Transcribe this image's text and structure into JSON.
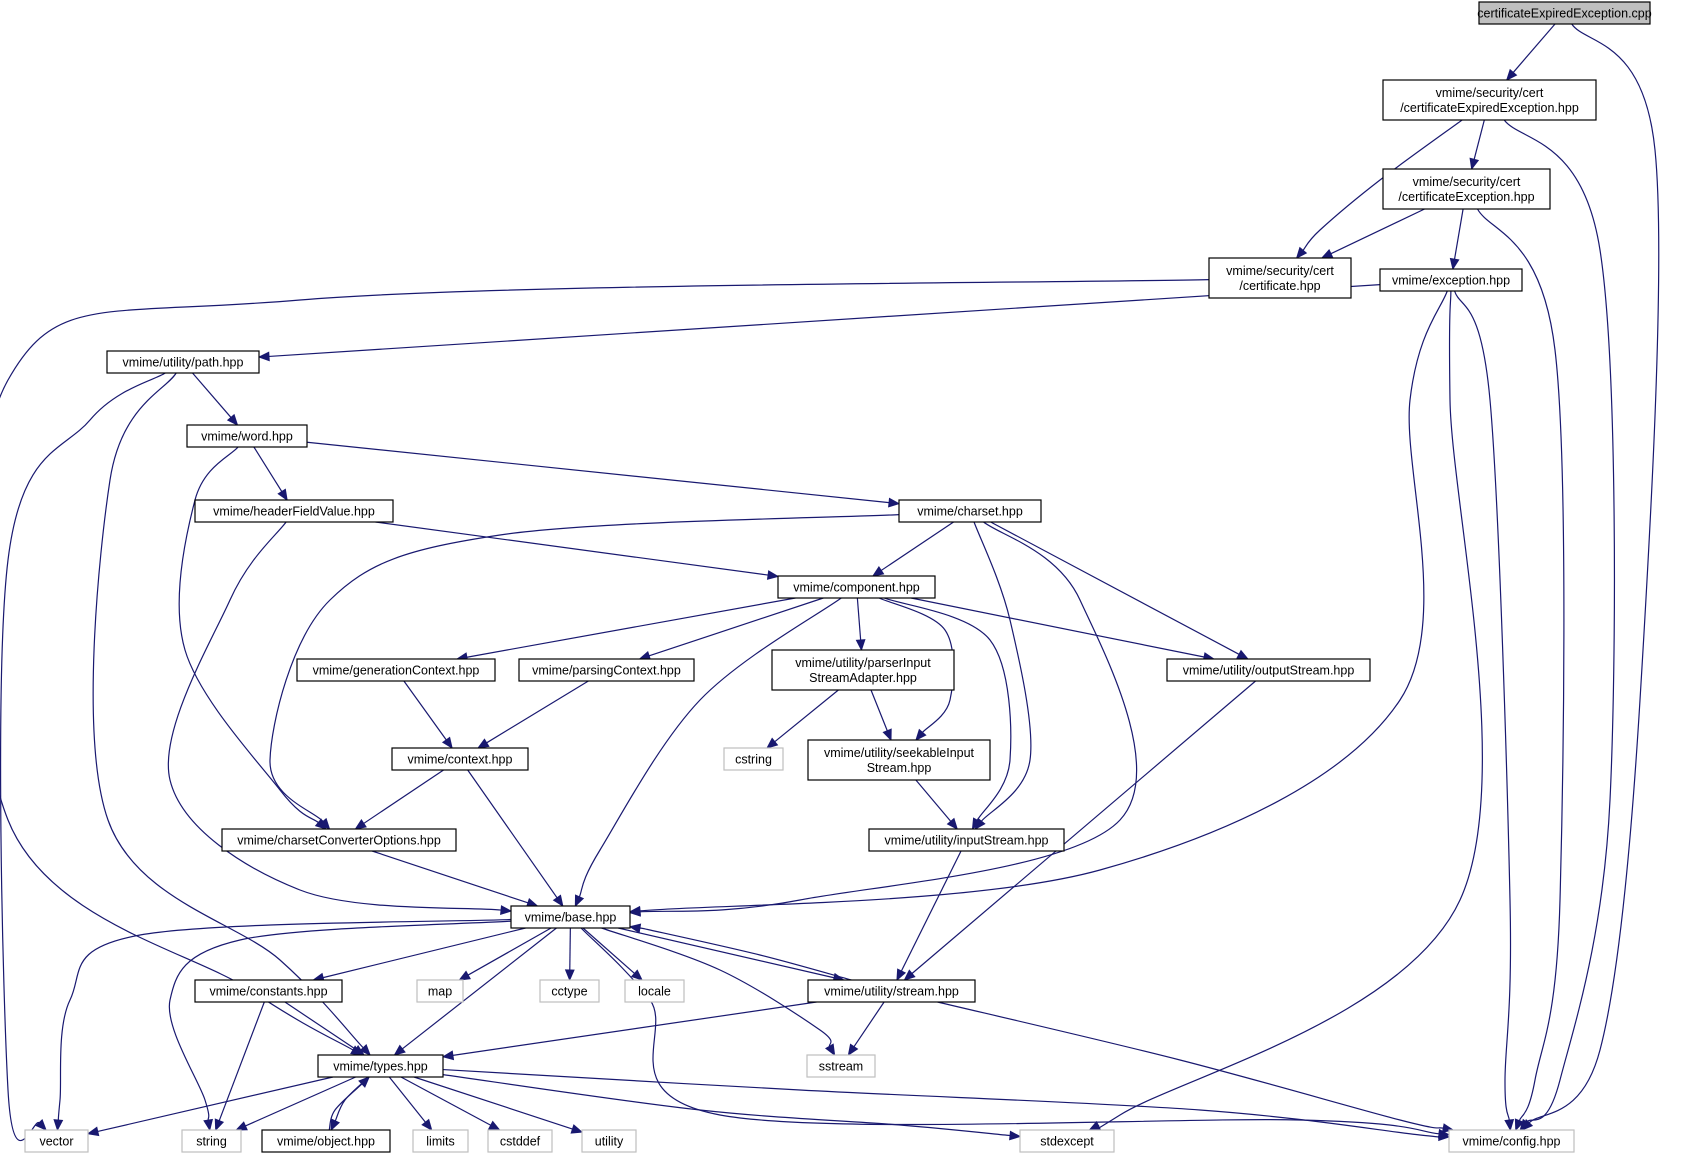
{
  "colors": {
    "edge": "#191970",
    "root_fill": "#bfbfbf",
    "local_border": "#000000",
    "system_border": "#bfbfbf",
    "system_text": "#555555"
  },
  "nodes": [
    {
      "id": "root",
      "lines": [
        "certificateExpiredException.cpp"
      ],
      "kind": "root"
    },
    {
      "id": "certExpHpp",
      "lines": [
        "vmime/security/cert",
        "/certificateExpiredException.hpp"
      ],
      "kind": "local"
    },
    {
      "id": "certExcHpp",
      "lines": [
        "vmime/security/cert",
        "/certificateException.hpp"
      ],
      "kind": "local"
    },
    {
      "id": "certHpp",
      "lines": [
        "vmime/security/cert",
        "/certificate.hpp"
      ],
      "kind": "local"
    },
    {
      "id": "exceptionHpp",
      "lines": [
        "vmime/exception.hpp"
      ],
      "kind": "local"
    },
    {
      "id": "pathHpp",
      "lines": [
        "vmime/utility/path.hpp"
      ],
      "kind": "local"
    },
    {
      "id": "wordHpp",
      "lines": [
        "vmime/word.hpp"
      ],
      "kind": "local"
    },
    {
      "id": "hfvHpp",
      "lines": [
        "vmime/headerFieldValue.hpp"
      ],
      "kind": "local"
    },
    {
      "id": "charsetHpp",
      "lines": [
        "vmime/charset.hpp"
      ],
      "kind": "local"
    },
    {
      "id": "componentHpp",
      "lines": [
        "vmime/component.hpp"
      ],
      "kind": "local"
    },
    {
      "id": "genCtxHpp",
      "lines": [
        "vmime/generationContext.hpp"
      ],
      "kind": "local"
    },
    {
      "id": "parsCtxHpp",
      "lines": [
        "vmime/parsingContext.hpp"
      ],
      "kind": "local"
    },
    {
      "id": "pisaHpp",
      "lines": [
        "vmime/utility/parserInput",
        "StreamAdapter.hpp"
      ],
      "kind": "local"
    },
    {
      "id": "outStreamHpp",
      "lines": [
        "vmime/utility/outputStream.hpp"
      ],
      "kind": "local"
    },
    {
      "id": "contextHpp",
      "lines": [
        "vmime/context.hpp"
      ],
      "kind": "local"
    },
    {
      "id": "cstring",
      "lines": [
        "cstring"
      ],
      "kind": "system"
    },
    {
      "id": "seekHpp",
      "lines": [
        "vmime/utility/seekableInput",
        "Stream.hpp"
      ],
      "kind": "local"
    },
    {
      "id": "ccoHpp",
      "lines": [
        "vmime/charsetConverterOptions.hpp"
      ],
      "kind": "local"
    },
    {
      "id": "inStreamHpp",
      "lines": [
        "vmime/utility/inputStream.hpp"
      ],
      "kind": "local"
    },
    {
      "id": "baseHpp",
      "lines": [
        "vmime/base.hpp"
      ],
      "kind": "local"
    },
    {
      "id": "constantsHpp",
      "lines": [
        "vmime/constants.hpp"
      ],
      "kind": "local"
    },
    {
      "id": "map",
      "lines": [
        "map"
      ],
      "kind": "system"
    },
    {
      "id": "cctype",
      "lines": [
        "cctype"
      ],
      "kind": "system"
    },
    {
      "id": "locale",
      "lines": [
        "locale"
      ],
      "kind": "system"
    },
    {
      "id": "streamHpp",
      "lines": [
        "vmime/utility/stream.hpp"
      ],
      "kind": "local"
    },
    {
      "id": "typesHpp",
      "lines": [
        "vmime/types.hpp"
      ],
      "kind": "local"
    },
    {
      "id": "sstream",
      "lines": [
        "sstream"
      ],
      "kind": "system"
    },
    {
      "id": "vector",
      "lines": [
        "vector"
      ],
      "kind": "system"
    },
    {
      "id": "string",
      "lines": [
        "string"
      ],
      "kind": "system"
    },
    {
      "id": "objectHpp",
      "lines": [
        "vmime/object.hpp"
      ],
      "kind": "local"
    },
    {
      "id": "limits",
      "lines": [
        "limits"
      ],
      "kind": "system"
    },
    {
      "id": "cstddef",
      "lines": [
        "cstddef"
      ],
      "kind": "system"
    },
    {
      "id": "utility",
      "lines": [
        "utility"
      ],
      "kind": "system"
    },
    {
      "id": "stdexcept",
      "lines": [
        "stdexcept"
      ],
      "kind": "system"
    },
    {
      "id": "configHpp",
      "lines": [
        "vmime/config.hpp"
      ],
      "kind": "system"
    }
  ],
  "edges": [
    [
      "root",
      "certExpHpp"
    ],
    [
      "root",
      "configHpp"
    ],
    [
      "certExpHpp",
      "certExcHpp"
    ],
    [
      "certExpHpp",
      "certHpp"
    ],
    [
      "certExpHpp",
      "configHpp"
    ],
    [
      "certExcHpp",
      "certHpp"
    ],
    [
      "certExcHpp",
      "exceptionHpp"
    ],
    [
      "certExcHpp",
      "configHpp"
    ],
    [
      "certHpp",
      "typesHpp"
    ],
    [
      "exceptionHpp",
      "pathHpp"
    ],
    [
      "exceptionHpp",
      "baseHpp"
    ],
    [
      "exceptionHpp",
      "stdexcept"
    ],
    [
      "exceptionHpp",
      "configHpp"
    ],
    [
      "pathHpp",
      "wordHpp"
    ],
    [
      "pathHpp",
      "typesHpp"
    ],
    [
      "pathHpp",
      "vector"
    ],
    [
      "wordHpp",
      "hfvHpp"
    ],
    [
      "wordHpp",
      "charsetHpp"
    ],
    [
      "wordHpp",
      "ccoHpp"
    ],
    [
      "hfvHpp",
      "componentHpp"
    ],
    [
      "hfvHpp",
      "baseHpp"
    ],
    [
      "charsetHpp",
      "componentHpp"
    ],
    [
      "charsetHpp",
      "outStreamHpp"
    ],
    [
      "charsetHpp",
      "inStreamHpp"
    ],
    [
      "charsetHpp",
      "ccoHpp"
    ],
    [
      "charsetHpp",
      "baseHpp"
    ],
    [
      "componentHpp",
      "genCtxHpp"
    ],
    [
      "componentHpp",
      "parsCtxHpp"
    ],
    [
      "componentHpp",
      "pisaHpp"
    ],
    [
      "componentHpp",
      "outStreamHpp"
    ],
    [
      "componentHpp",
      "seekHpp"
    ],
    [
      "componentHpp",
      "inStreamHpp"
    ],
    [
      "componentHpp",
      "baseHpp"
    ],
    [
      "genCtxHpp",
      "contextHpp"
    ],
    [
      "parsCtxHpp",
      "contextHpp"
    ],
    [
      "pisaHpp",
      "cstring"
    ],
    [
      "pisaHpp",
      "seekHpp"
    ],
    [
      "outStreamHpp",
      "streamHpp"
    ],
    [
      "contextHpp",
      "ccoHpp"
    ],
    [
      "contextHpp",
      "baseHpp"
    ],
    [
      "seekHpp",
      "inStreamHpp"
    ],
    [
      "ccoHpp",
      "baseHpp"
    ],
    [
      "inStreamHpp",
      "streamHpp"
    ],
    [
      "baseHpp",
      "constantsHpp"
    ],
    [
      "baseHpp",
      "map"
    ],
    [
      "baseHpp",
      "cctype"
    ],
    [
      "baseHpp",
      "locale"
    ],
    [
      "baseHpp",
      "streamHpp"
    ],
    [
      "baseHpp",
      "typesHpp"
    ],
    [
      "baseHpp",
      "sstream"
    ],
    [
      "baseHpp",
      "vector"
    ],
    [
      "baseHpp",
      "string"
    ],
    [
      "baseHpp",
      "configHpp"
    ],
    [
      "streamHpp",
      "baseHpp"
    ],
    [
      "streamHpp",
      "typesHpp"
    ],
    [
      "streamHpp",
      "sstream"
    ],
    [
      "streamHpp",
      "configHpp"
    ],
    [
      "constantsHpp",
      "typesHpp"
    ],
    [
      "constantsHpp",
      "string"
    ],
    [
      "typesHpp",
      "vector"
    ],
    [
      "typesHpp",
      "string"
    ],
    [
      "typesHpp",
      "objectHpp"
    ],
    [
      "typesHpp",
      "limits"
    ],
    [
      "typesHpp",
      "cstddef"
    ],
    [
      "typesHpp",
      "utility"
    ],
    [
      "typesHpp",
      "stdexcept"
    ],
    [
      "typesHpp",
      "configHpp"
    ],
    [
      "objectHpp",
      "typesHpp"
    ]
  ]
}
